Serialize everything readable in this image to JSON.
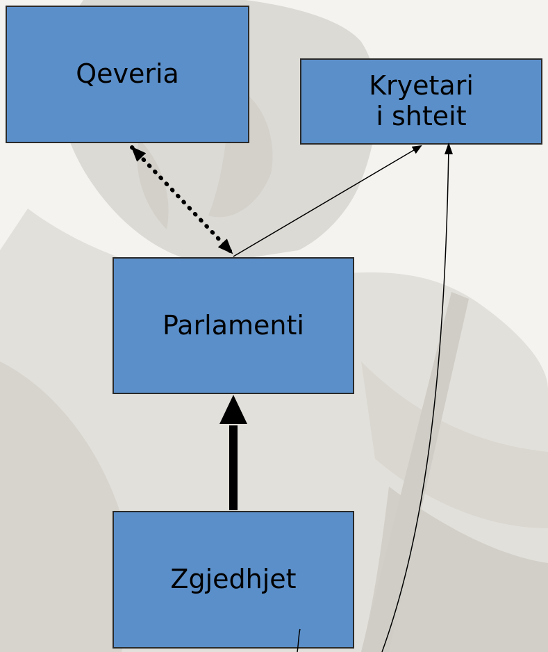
{
  "diagram": {
    "boxes": {
      "qeveria": {
        "label": "Qeveria"
      },
      "kryetari": {
        "line1": "Kryetari",
        "line2": "i shteit"
      },
      "parlamenti": {
        "label": "Parlamenti"
      },
      "zgjedhjet": {
        "label": "Zgjedhjet"
      }
    },
    "colors": {
      "box_fill": "#5b8fc9",
      "box_border": "#2a2a2a",
      "arrow": "#000000",
      "background_statue": "#d9d8d3"
    }
  }
}
